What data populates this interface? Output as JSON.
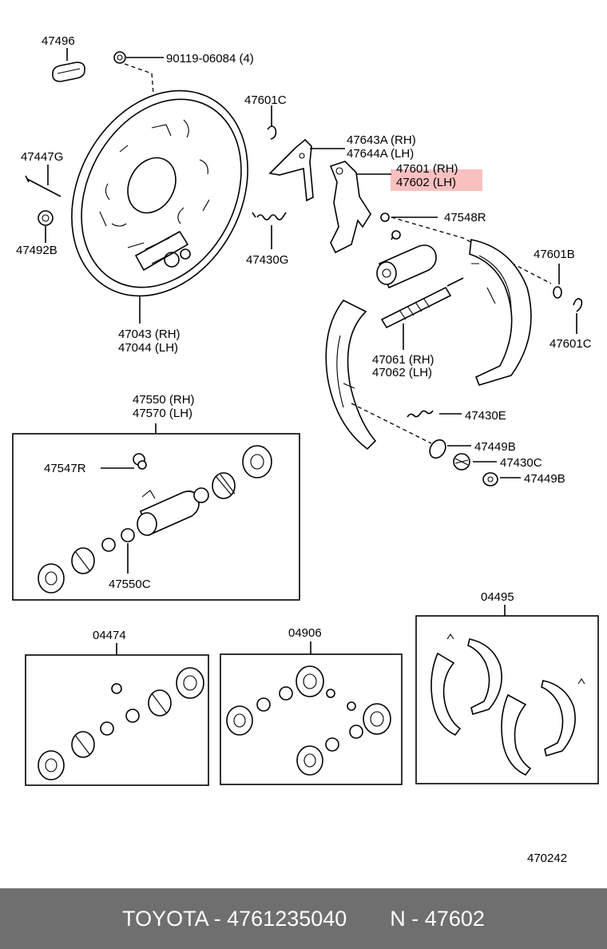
{
  "highlight_color": "#f9c0c0",
  "footer_color": "#6f6f6f",
  "labels": {
    "p47496": "47496",
    "p90119": "90119-06084 (4)",
    "p47601c_top": "47601C",
    "p47643a": "47643A (RH)",
    "p47644a": "47644A (LH)",
    "p47447g": "47447G",
    "p47601_rh": "47601 (RH)",
    "p47602_lh": "47602 (LH)",
    "p47548r": "47548R",
    "p47430g": "47430G",
    "p47492b": "47492B",
    "p47601b": "47601B",
    "p47601c_right": "47601C",
    "p47043": "47043 (RH)",
    "p47044": "47044 (LH)",
    "p47061": "47061 (RH)",
    "p47062": "47062 (LH)",
    "p47550": "47550 (RH)",
    "p47570": "47570 (LH)",
    "p47430e": "47430E",
    "p47449b_1": "47449B",
    "p47547r": "47547R",
    "p47430c": "47430C",
    "p47449b_2": "47449B",
    "p47550c": "47550C",
    "p04495": "04495",
    "p04474": "04474",
    "p04906": "04906",
    "p470242": "470242"
  },
  "footer": {
    "brand_part": "TOYOTA - 4761235040",
    "ref": "N - 47602"
  }
}
